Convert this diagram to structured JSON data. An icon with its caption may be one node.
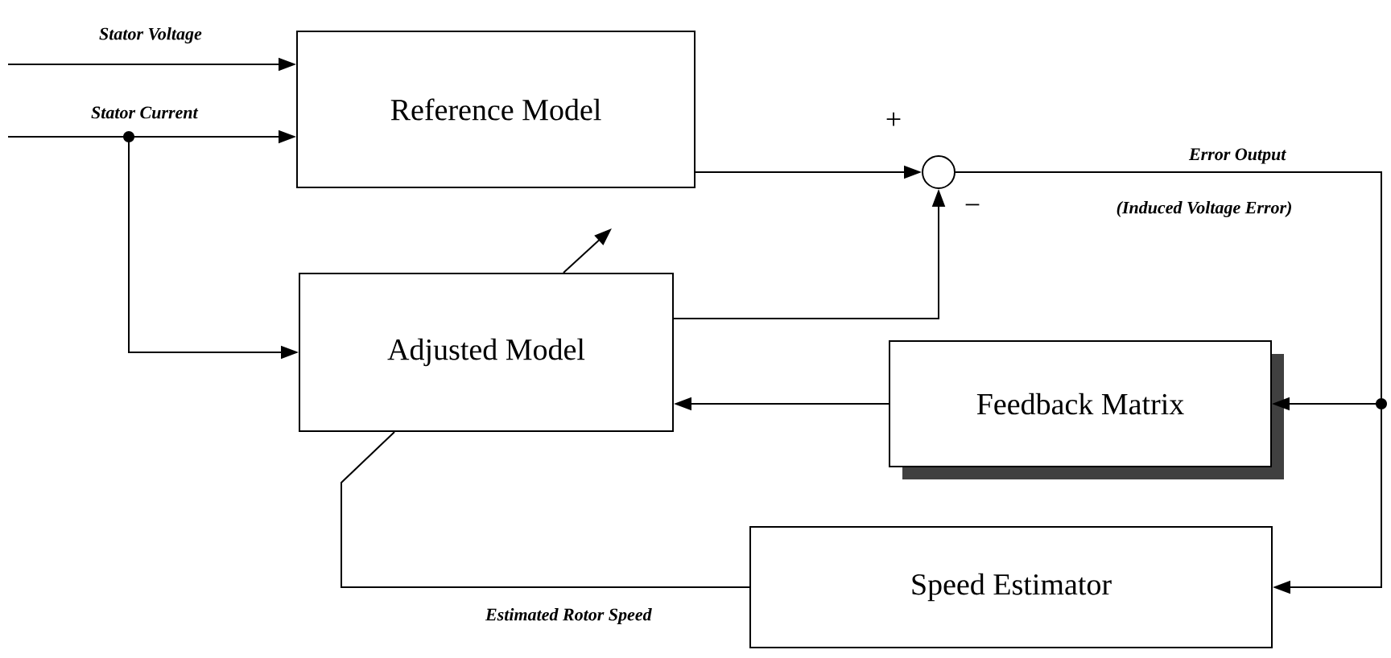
{
  "diagram": {
    "nodes": [
      {
        "text": [
          "Reference Model"
        ]
      },
      {
        "text": [
          "Adjusted Model"
        ]
      },
      {
        "text": [
          "Feedback Matrix"
        ]
      },
      {
        "text": [
          "Speed Estimator"
        ]
      },
      {
        "text": [],
        "shape": "circle"
      }
    ],
    "edges": [
      {
        "from": null,
        "to": 0,
        "arrow": "to",
        "label": "Stator Voltage"
      },
      {
        "from": null,
        "to": 0,
        "arrow": "to",
        "label": "Stator Current"
      },
      {
        "from": null,
        "to": 1,
        "arrow": "to"
      },
      {
        "from": 0,
        "to": 4,
        "arrow": "to"
      },
      {
        "from": 1,
        "to": 4,
        "arrow": "to"
      },
      {
        "from": 1,
        "to": null,
        "arrow": "to"
      },
      {
        "from": 4,
        "to": 2,
        "arrow": "to",
        "label": "Error Output"
      },
      {
        "from": 4,
        "to": 3,
        "arrow": "to"
      },
      {
        "from": 2,
        "to": 1,
        "arrow": "to"
      },
      {
        "from": 3,
        "to": 1,
        "arrow": "none",
        "label": "Estimated Rotor Speed"
      }
    ],
    "labels": [
      "+",
      "−",
      "(Induced Voltage Error)"
    ]
  }
}
